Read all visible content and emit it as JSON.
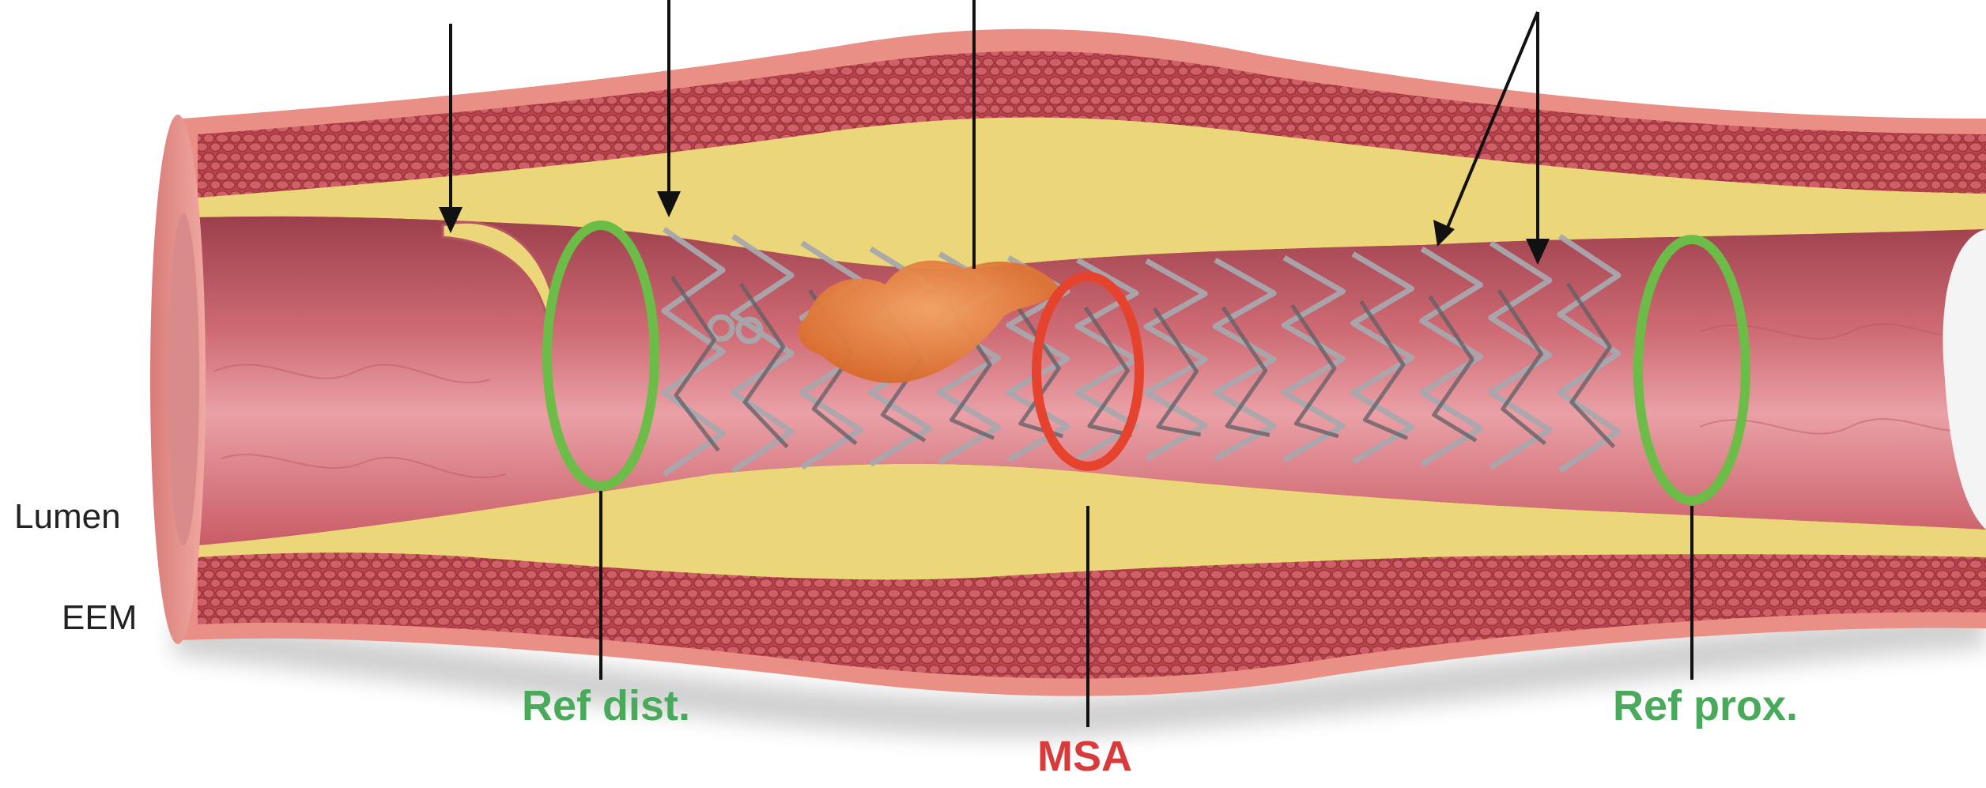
{
  "labels": {
    "lumen": "Lumen",
    "eem": "EEM",
    "ref_dist": "Ref dist.",
    "msa": "MSA",
    "ref_prox": "Ref prox."
  },
  "colors": {
    "reference_ring": "#6cbd47",
    "msa_ring": "#e5432d",
    "reference_text": "#4aaa5c",
    "msa_text": "#d93a3a",
    "vessel_wall": "#c44d55",
    "adventitia": "#e98f86",
    "plaque": "#ecd67a",
    "lumen": "#cf6b74",
    "thrombus": "#e57f3e",
    "stent_strut": "#b8b8bc"
  },
  "icons": {
    "pointer": "arrow-down",
    "reference_marker": "ellipse-ring",
    "stent": "stent-mesh"
  }
}
